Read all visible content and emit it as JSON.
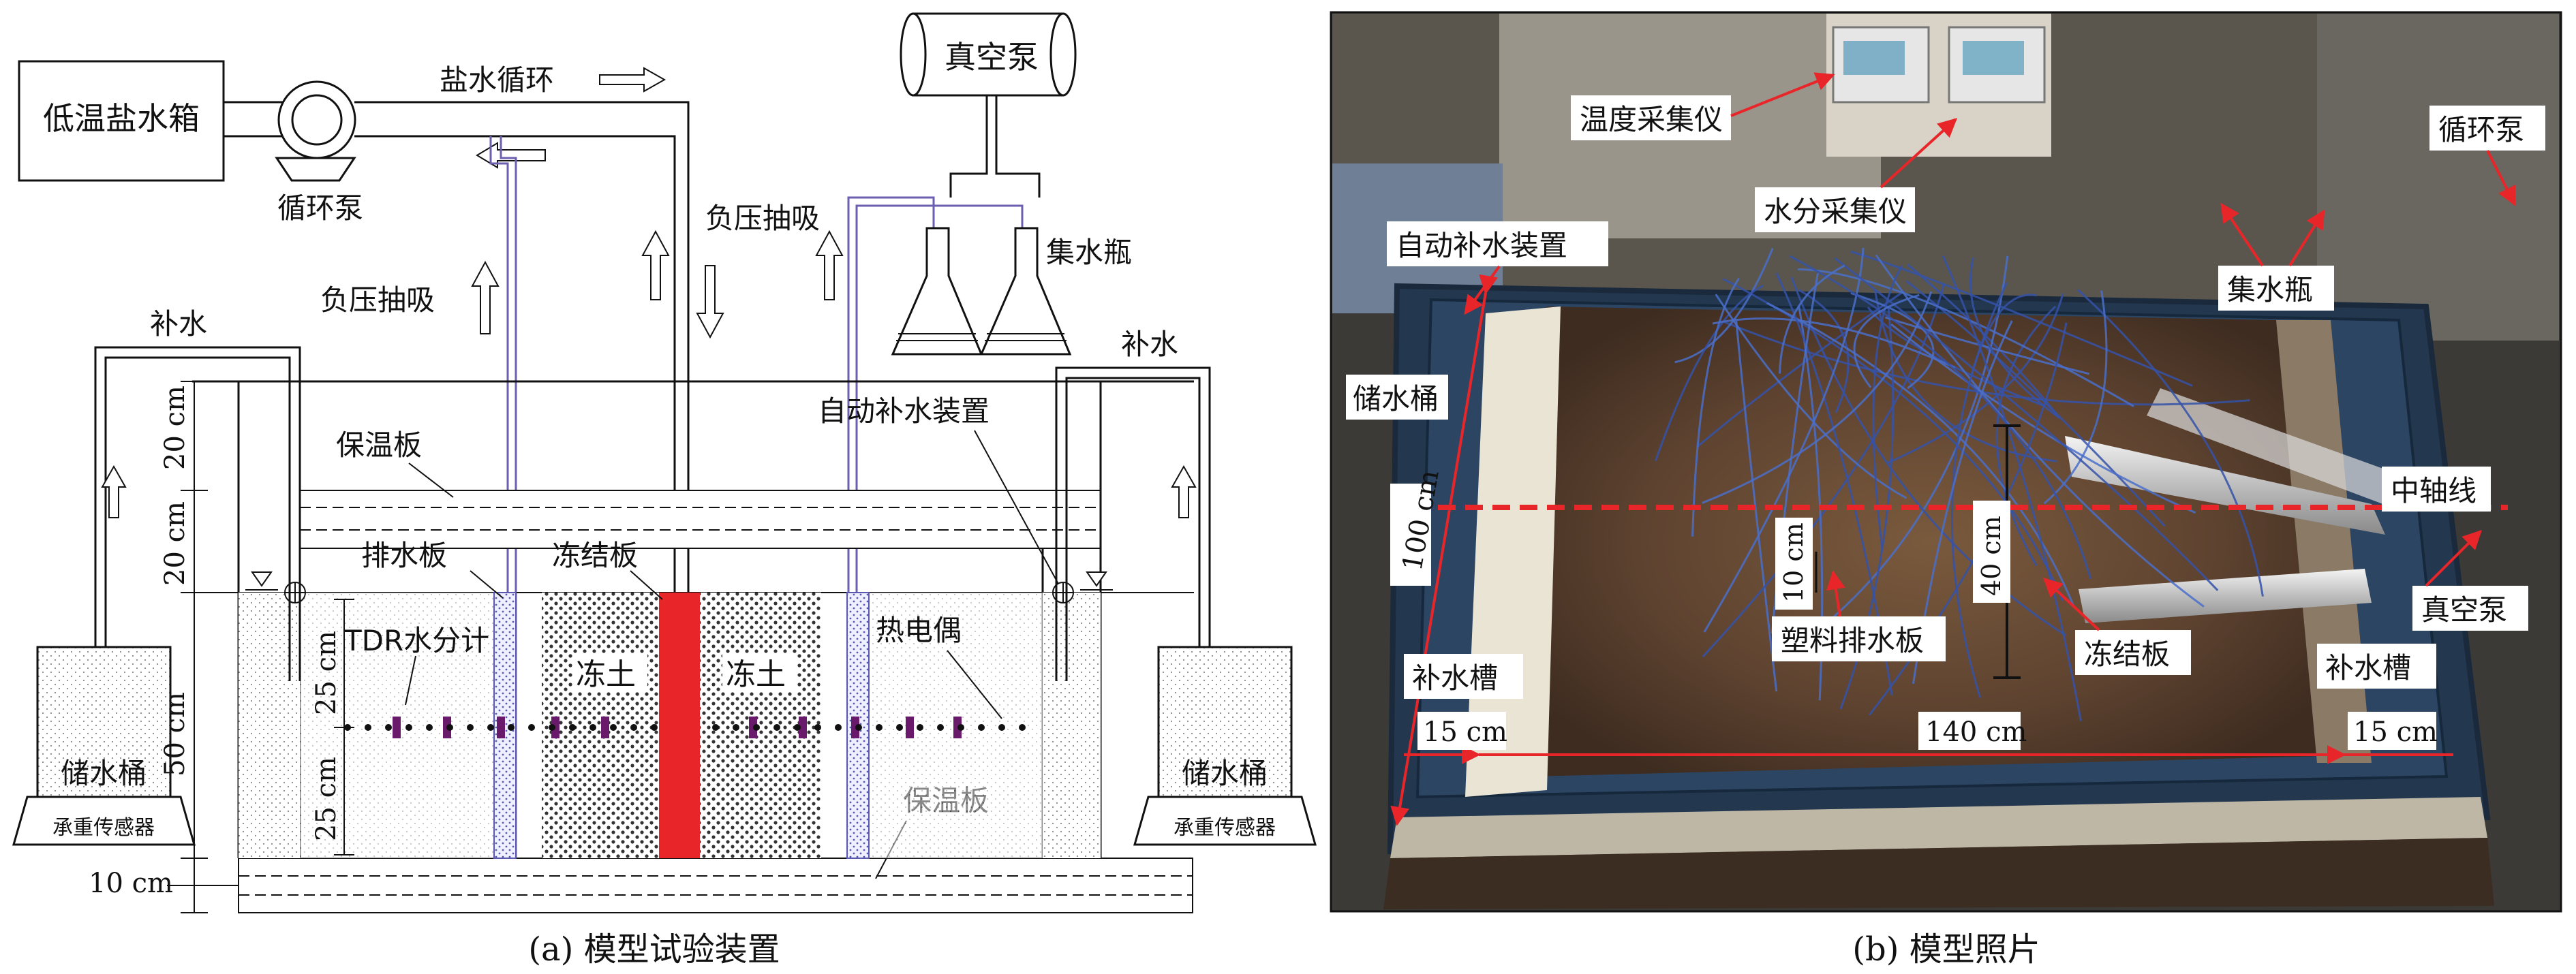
{
  "panel_a": {
    "caption": "(a) 模型试验装置",
    "labels": {
      "brine_tank": "低温盐水箱",
      "circulation_pump": "循环泵",
      "brine_circulation": "盐水循环",
      "vacuum_pump": "真空泵",
      "negative_pressure_left": "负压抽吸",
      "negative_pressure_right": "负压抽吸",
      "collection_bottle": "集水瓶",
      "water_supply_left": "补水",
      "water_supply_right": "补水",
      "insulation_board_top": "保温板",
      "insulation_board_bottom": "保温板",
      "auto_water_supply": "自动补水装置",
      "drainage_board": "排水板",
      "freezing_board": "冻结板",
      "tdr": "TDR水分计",
      "frozen_soil_left": "冻土",
      "frozen_soil_right": "冻土",
      "thermocouple": "热电偶",
      "water_bucket_left": "储水桶",
      "water_bucket_right": "储水桶",
      "load_sensor_left": "承重传感器",
      "load_sensor_right": "承重传感器"
    },
    "dimensions": {
      "d_20a": "20 cm",
      "d_20b": "20 cm",
      "d_50": "50 cm",
      "d_25a": "25 cm",
      "d_25b": "25 cm",
      "d_10": "10 cm"
    }
  },
  "panel_b": {
    "caption": "(b) 模型照片",
    "labels": {
      "temp_collector": "温度采集仪",
      "moisture_collector": "水分采集仪",
      "auto_water_supply": "自动补水装置",
      "circulation_pump": "循环泵",
      "collection_bottle": "集水瓶",
      "water_bucket": "储水桶",
      "central_axis": "中轴线",
      "vacuum_pump": "真空泵",
      "plastic_drain": "塑料排水板",
      "freezing_board": "冻结板",
      "water_trough_left": "补水槽",
      "water_trough_right": "补水槽"
    },
    "dimensions": {
      "d_100": "100 cm",
      "d_10": "10 cm",
      "d_40": "40 cm",
      "d_140": "140 cm",
      "d_15a": "15 cm",
      "d_15b": "15 cm"
    }
  },
  "colors": {
    "freezing_board": "#e8262a",
    "annotation_red": "#e8262a",
    "purple_tube": "#6b5fb0",
    "tdr_marker": "#6a1a6a"
  }
}
